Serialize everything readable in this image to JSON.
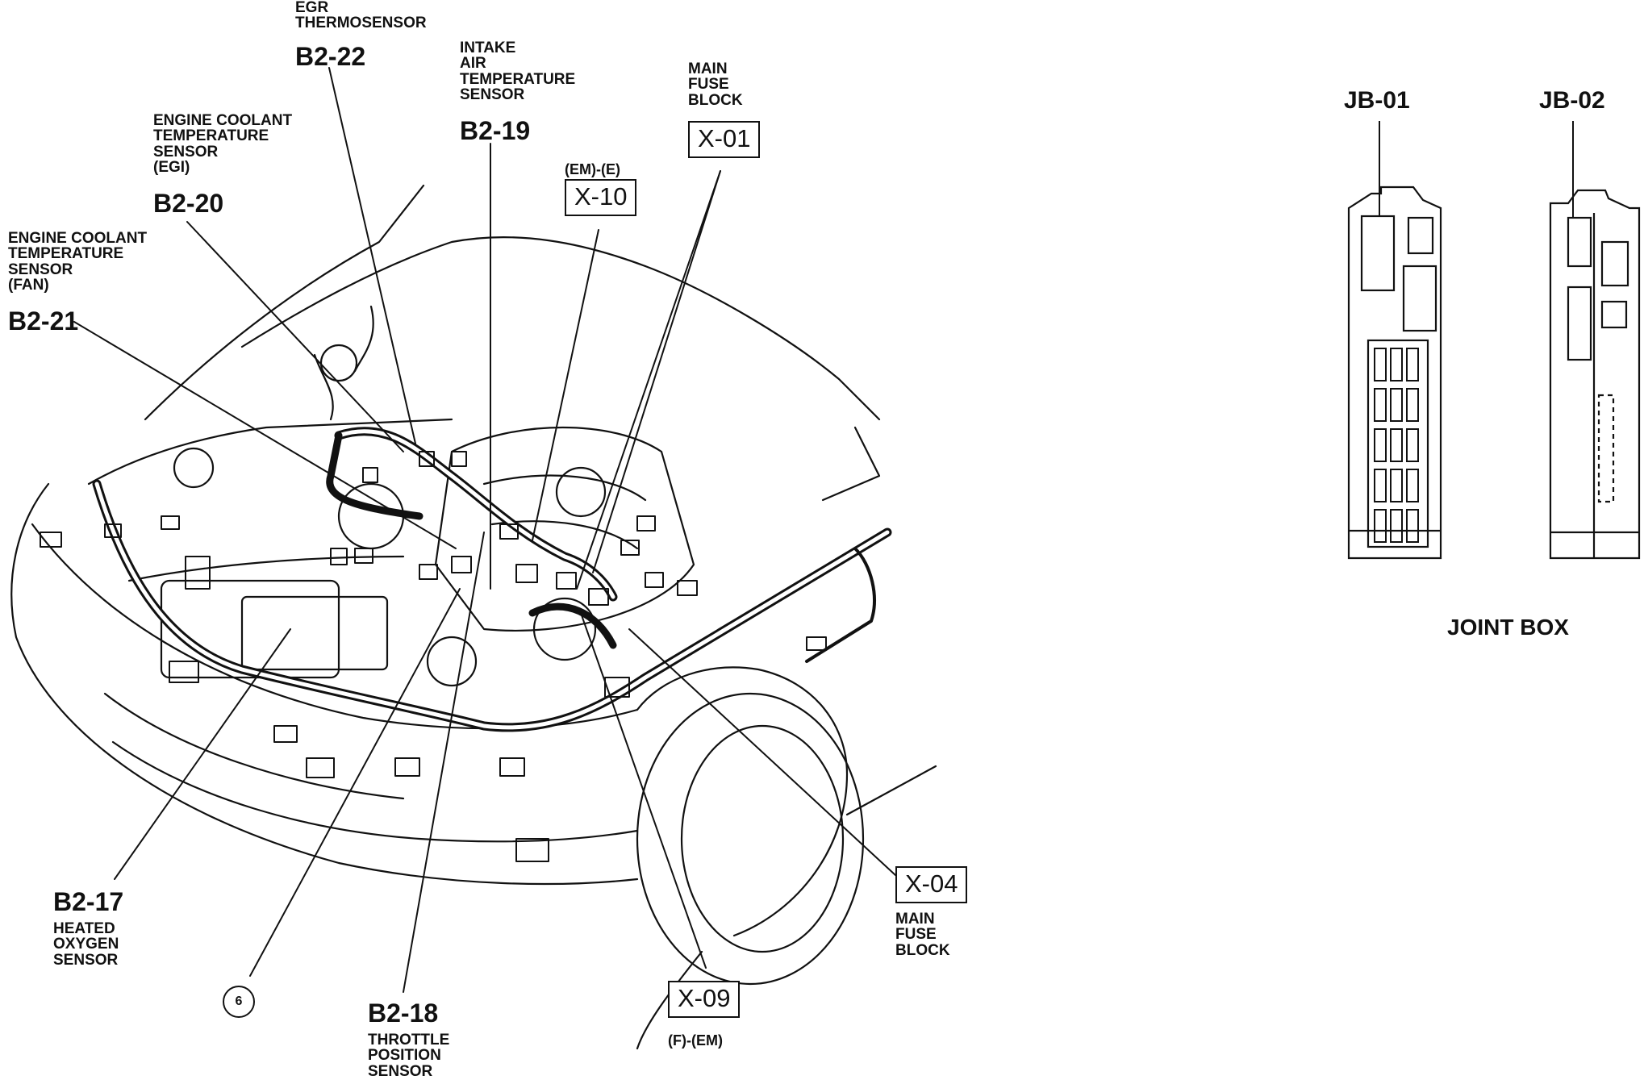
{
  "labels": {
    "egr": {
      "name": "EGR\nTHERMOSENSOR",
      "code": "B2-22"
    },
    "iat": {
      "name": "INTAKE\nAIR\nTEMPERATURE\nSENSOR",
      "code": "B2-19"
    },
    "main_fuse_top": {
      "name": "MAIN\nFUSE\nBLOCK",
      "code": "X-01"
    },
    "em_e": {
      "prefix": "(EM)-(E)",
      "code": "X-10"
    },
    "ect_egi": {
      "name": "ENGINE COOLANT\nTEMPERATURE\nSENSOR\n(EGI)",
      "code": "B2-20"
    },
    "ect_fan": {
      "name": "ENGINE COOLANT\nTEMPERATURE\nSENSOR\n(FAN)",
      "code": "B2-21"
    },
    "ho2s": {
      "code": "B2-17",
      "name": "HEATED\nOXYGEN\nSENSOR"
    },
    "ground": {
      "number": "6"
    },
    "tps": {
      "code": "B2-18",
      "name": "THROTTLE\nPOSITION\nSENSOR"
    },
    "f_em": {
      "code": "X-09",
      "suffix": "(F)-(EM)"
    },
    "main_fuse_bottom": {
      "code": "X-04",
      "name": "MAIN\nFUSE\nBLOCK"
    }
  },
  "joint_box": {
    "caption": "JOINT BOX",
    "left_title": "JB-01",
    "right_title": "JB-02"
  }
}
